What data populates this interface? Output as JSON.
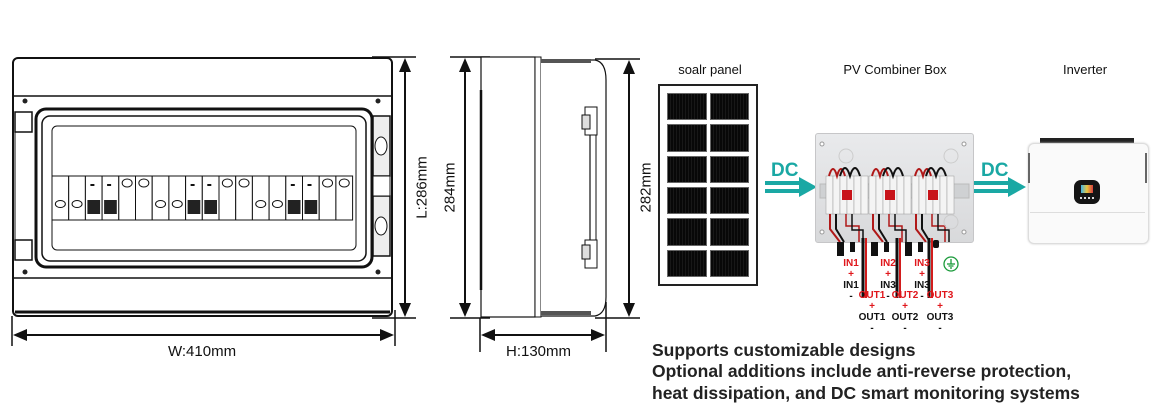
{
  "front_view": {
    "width_label": "W:410mm",
    "length_label": "L:286mm"
  },
  "side_view": {
    "left_height_label": "284mm",
    "right_height_label": "282mm",
    "depth_label": "H:130mm"
  },
  "system_diagram": {
    "solar_panel_title": "soalr panel",
    "combiner_title": "PV Combiner Box",
    "inverter_title": "Inverter",
    "dc_arrow_1": "DC",
    "dc_arrow_2": "DC",
    "accent_color": "#1aa8a4",
    "inputs": [
      {
        "pos": "IN1",
        "pos_sign": "+",
        "neg": "IN1",
        "neg_sign": "-"
      },
      {
        "pos": "IN2",
        "pos_sign": "+",
        "neg": "IN3",
        "neg_sign": "-"
      },
      {
        "pos": "IN3",
        "pos_sign": "+",
        "neg": "IN3",
        "neg_sign": "-"
      }
    ],
    "outputs": [
      {
        "pos": "OUT1",
        "pos_sign": "+",
        "neg": "OUT1",
        "neg_sign": "-"
      },
      {
        "pos": "OUT2",
        "pos_sign": "+",
        "neg": "OUT2",
        "neg_sign": "-"
      },
      {
        "pos": "OUT3",
        "pos_sign": "+",
        "neg": "OUT3",
        "neg_sign": "-"
      }
    ],
    "ground_icon": "ground-symbol-icon"
  },
  "description": {
    "line1": "Supports customizable designs",
    "line2": "Optional additions include anti-reverse protection,",
    "line3": "heat dissipation, and DC smart monitoring systems"
  }
}
